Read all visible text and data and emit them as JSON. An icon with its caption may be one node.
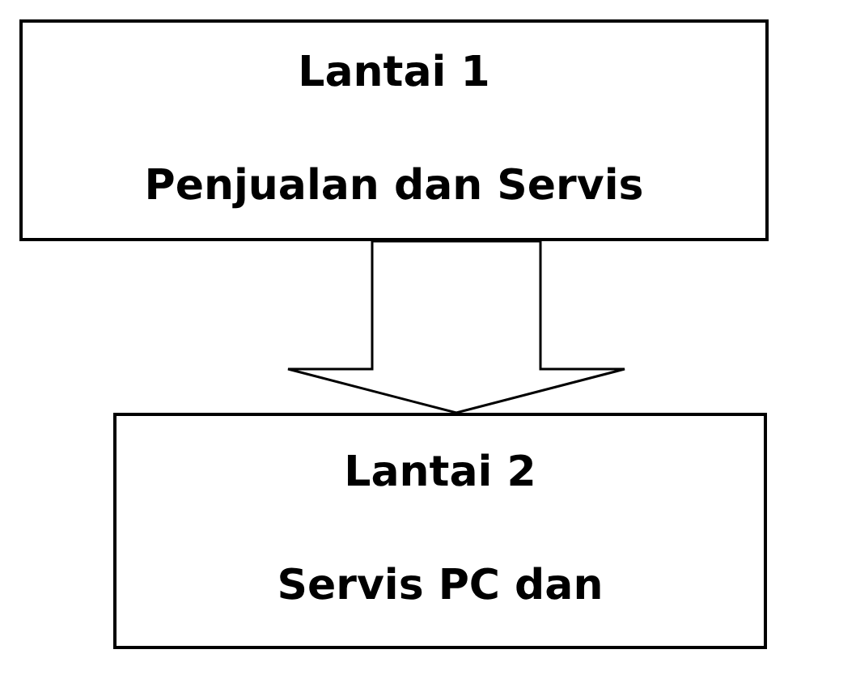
{
  "diagram": {
    "nodes": [
      {
        "text": [
          "Lantai 1",
          "Penjualan dan Servis"
        ]
      },
      {
        "text": [
          "Lantai 2",
          "Servis PC dan"
        ]
      }
    ],
    "edges": [
      {
        "from": 0,
        "to": 1,
        "arrow": "to"
      }
    ]
  }
}
